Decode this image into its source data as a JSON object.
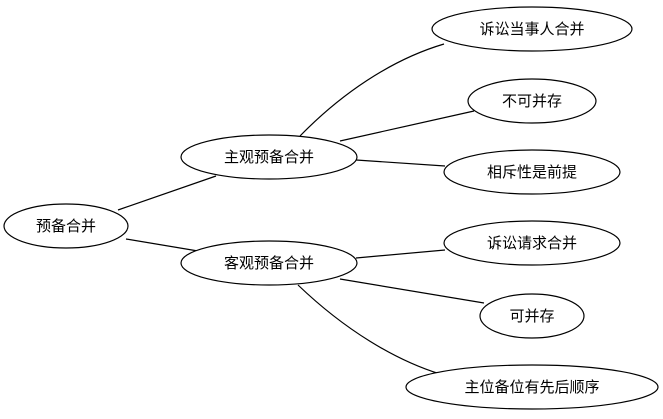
{
  "mindmap": {
    "root": {
      "label": "预备合并",
      "children": [
        {
          "label": "主观预备合并",
          "children": [
            {
              "label": "诉讼当事人合并"
            },
            {
              "label": "不可并存"
            },
            {
              "label": "相斥性是前提"
            }
          ]
        },
        {
          "label": "客观预备合并",
          "children": [
            {
              "label": "诉讼请求合并"
            },
            {
              "label": "可并存"
            },
            {
              "label": "主位备位有先后顺序"
            }
          ]
        }
      ]
    }
  }
}
